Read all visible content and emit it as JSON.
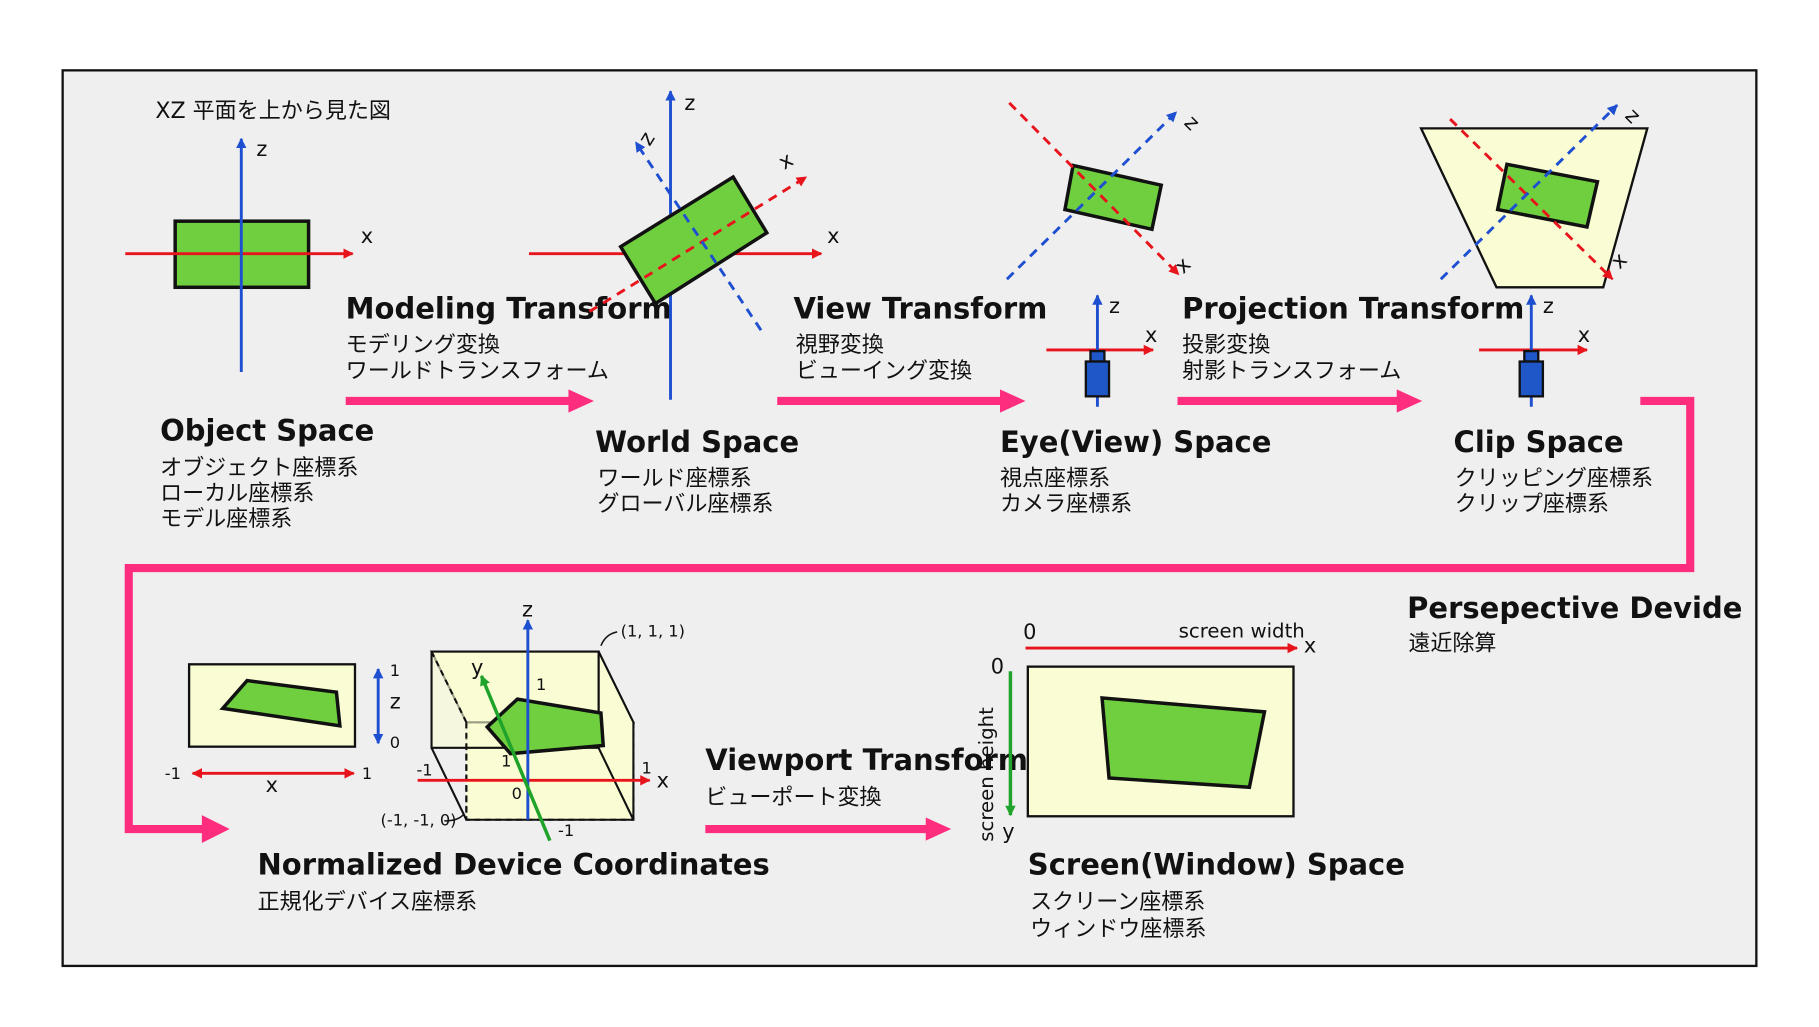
{
  "caption": "XZ 平面を上から見た図",
  "axes": {
    "x": "x",
    "z": "z",
    "y": "y"
  },
  "object_space": {
    "title": "Object Space",
    "lines": [
      "オブジェクト座標系",
      "ローカル座標系",
      "モデル座標系"
    ]
  },
  "modeling_transform": {
    "title": "Modeling Transform",
    "lines": [
      "モデリング変換",
      "ワールドトランスフォーム"
    ]
  },
  "world_space": {
    "title": "World Space",
    "lines": [
      "ワールド座標系",
      "グローバル座標系"
    ]
  },
  "view_transform": {
    "title": "View Transform",
    "lines": [
      "視野変換",
      "ビューイング変換"
    ]
  },
  "eye_space": {
    "title": "Eye(View) Space",
    "lines": [
      "視点座標系",
      "カメラ座標系"
    ]
  },
  "projection_transform": {
    "title": "Projection Transform",
    "lines": [
      "投影変換",
      "射影トランスフォーム"
    ]
  },
  "clip_space": {
    "title": "Clip Space",
    "lines": [
      "クリッピング座標系",
      "クリップ座標系"
    ]
  },
  "perspective_divide": {
    "title": "Persepective Devide",
    "lines": [
      "遠近除算"
    ]
  },
  "ndc": {
    "title": "Normalized Device Coordinates",
    "lines": [
      "正規化デバイス座標系"
    ],
    "ticks": {
      "one": "1",
      "zero": "0",
      "minus_one": "-1"
    },
    "corner_max": "(1, 1, 1)",
    "corner_min": "(-1, -1, 0)"
  },
  "viewport_transform": {
    "title": "Viewport Transform",
    "lines": [
      "ビューポート変換"
    ]
  },
  "screen_space": {
    "title": "Screen(Window) Space",
    "lines": [
      "スクリーン座標系",
      "ウィンドウ座標系"
    ],
    "origin": "0",
    "width_label": "screen width",
    "height_label": "screen height"
  },
  "colors": {
    "flow_arrow": "#ff2d7e",
    "x_axis": "#e8141c",
    "z_axis": "#1f4fd1",
    "y_axis": "#1fa32a",
    "object_fill": "#6fcf3f",
    "panel_fill": "#fafcd4",
    "frame_bg": "#efefef",
    "camera": "#1f56c8"
  }
}
